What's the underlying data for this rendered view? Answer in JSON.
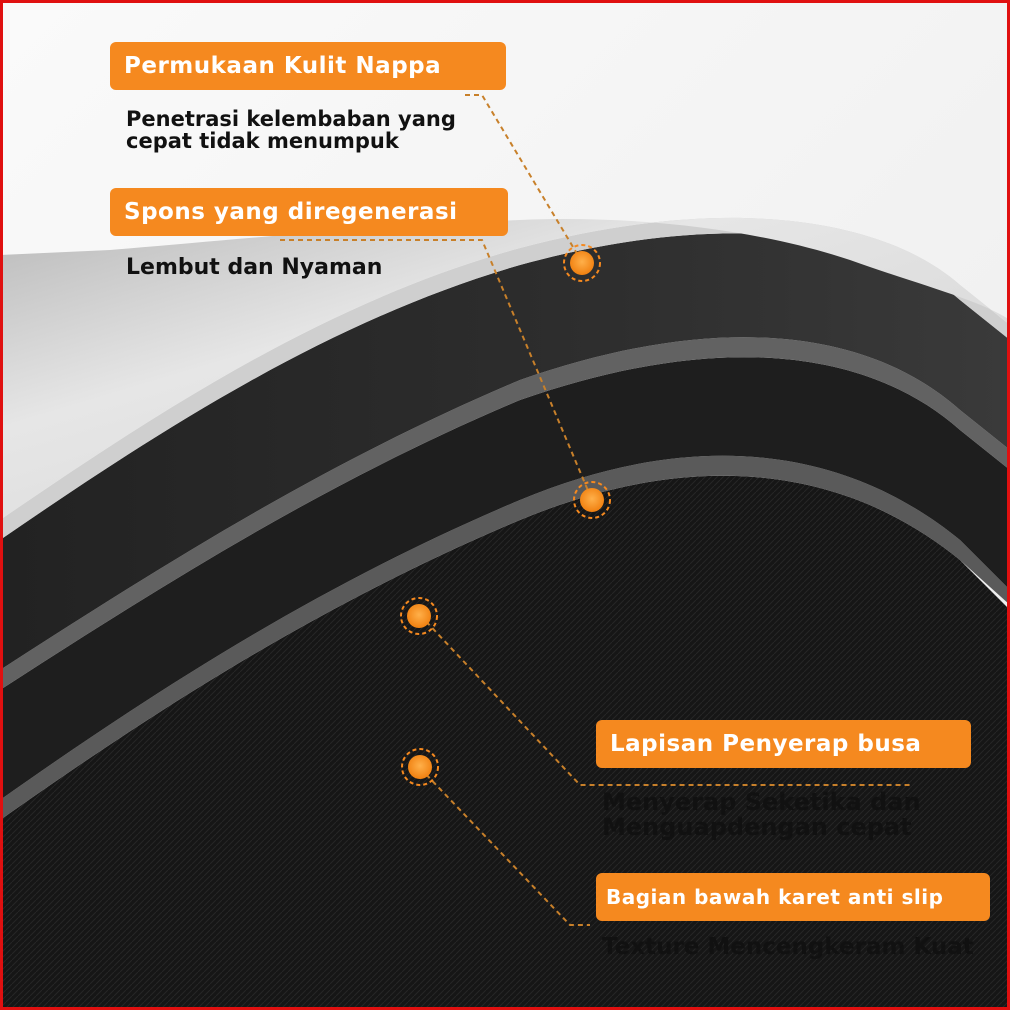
{
  "callouts": {
    "nappa": {
      "title": "Permukaan Kulit Nappa",
      "desc_line1": "Penetrasi kelembaban yang",
      "desc_line2": "cepat tidak menumpuk"
    },
    "sponge": {
      "title": "Spons yang diregenerasi",
      "desc": "Lembut dan Nyaman"
    },
    "foam": {
      "title": "Lapisan Penyerap busa",
      "desc_line1": "Menyerap Seketika dan",
      "desc_line2": "Menguapdengan cepat"
    },
    "rubber": {
      "title": "Bagian bawah karet anti slip",
      "desc": "Texture Mencengkeram Kuat"
    }
  },
  "colors": {
    "accent": "#f5891f",
    "frame": "#e01010",
    "leader": "#c8802a",
    "surface": "#e2e2e2",
    "sponge": "#2a2a2a",
    "foam": "#1e1e1e",
    "rubber": "#141414"
  }
}
